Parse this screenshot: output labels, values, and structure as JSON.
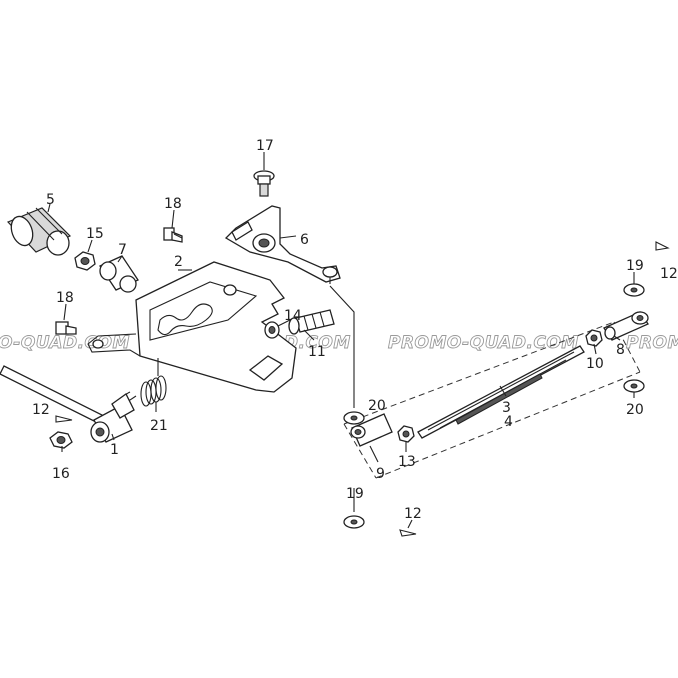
{
  "watermark": {
    "left": "O-QUAD.COM",
    "center_left": "PROMO-QUAD.COM",
    "center_right": "PROMO-QUAD.COM",
    "right": "PROM"
  },
  "parts": {
    "p1": "1",
    "p2": "2",
    "p3": "3",
    "p4": "4",
    "p5": "5",
    "p6": "6",
    "p7": "7",
    "p8": "8",
    "p9": "9",
    "p10": "10",
    "p11": "11",
    "p12a": "12",
    "p12b": "12",
    "p12c": "12",
    "p13": "13",
    "p14": "14",
    "p15": "15",
    "p16": "16",
    "p17": "17",
    "p18a": "18",
    "p18b": "18",
    "p19a": "19",
    "p19b": "19",
    "p20a": "20",
    "p20b": "20",
    "p21": "21"
  }
}
